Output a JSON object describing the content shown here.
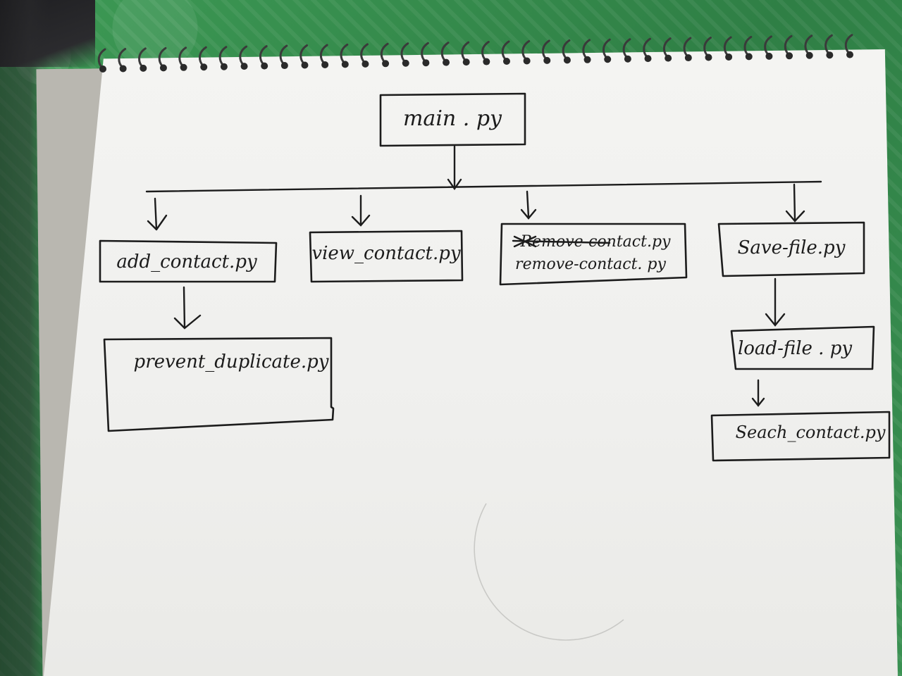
{
  "diagram": {
    "root": {
      "label": "main . py"
    },
    "modules": {
      "add_contact": "add_contact.py",
      "view_contact": "view_contact.py",
      "remove_contact_struck": "Remove-contact.py",
      "remove_contact": "remove-contact. py",
      "save_file": "Save-file.py",
      "prevent_duplicate": "prevent_duplicate.py",
      "load_file": "load-file . py",
      "search_contact": "Seach_contact.py"
    }
  }
}
